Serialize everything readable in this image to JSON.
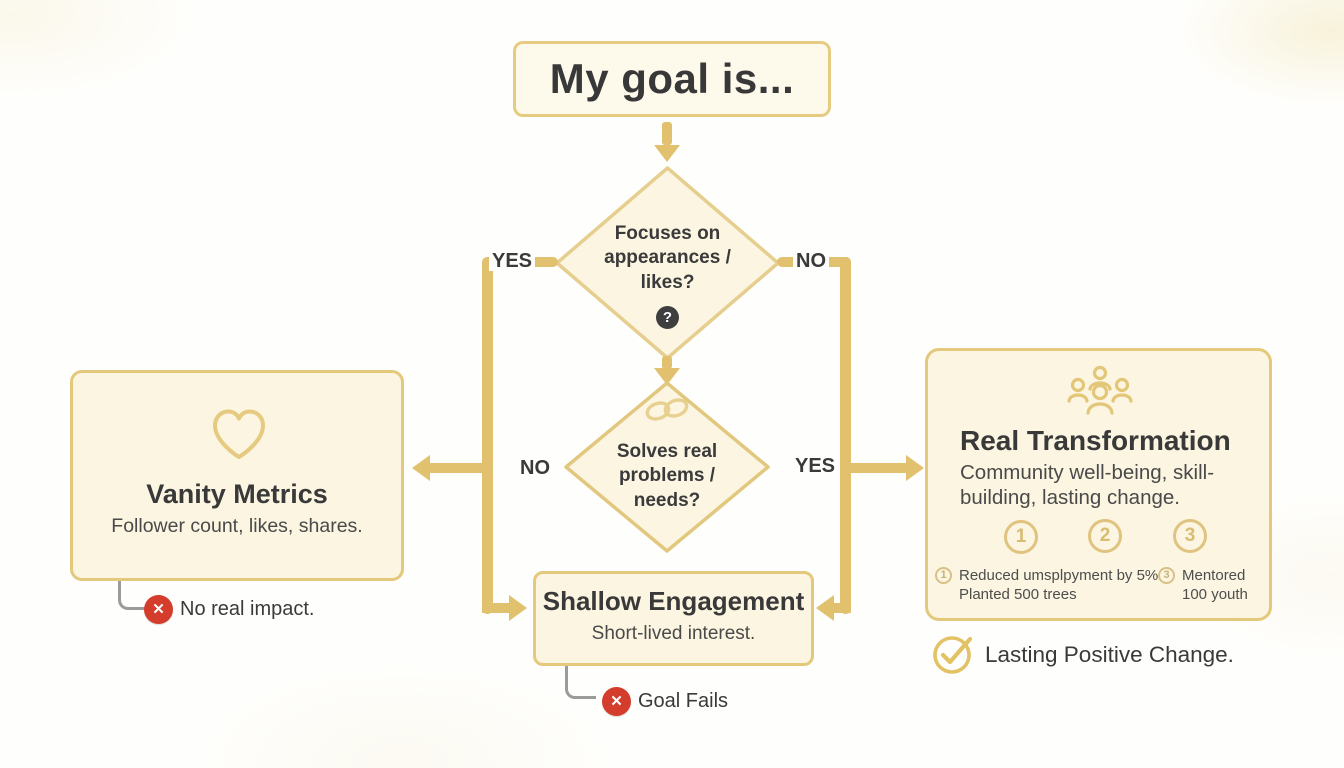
{
  "palette": {
    "gold_line": "#E1C16E",
    "gold_border": "#E4C87C",
    "cream_fill": "#FBF5E1",
    "text_dark": "#3A3A3A",
    "red": "#D43C2C",
    "connector_gray": "#9B9B9B"
  },
  "icons": {
    "question_glyph": "?",
    "x_glyph": "✕"
  },
  "start": {
    "label": "My goal is..."
  },
  "decision1": {
    "question": "Focuses on appearances / likes?",
    "yes": "YES",
    "no": "NO"
  },
  "decision2": {
    "question": "Solves real problems / needs?",
    "no": "NO",
    "yes": "YES"
  },
  "vanity": {
    "title": "Vanity Metrics",
    "subtitle": "Follower count, likes, shares.",
    "note": "No real impact."
  },
  "shallow": {
    "title": "Shallow Engagement",
    "subtitle": "Short-lived interest.",
    "note": "Goal Fails"
  },
  "transformation": {
    "title": "Real Transformation",
    "subtitle": "Community well-being, skill-building, lasting change.",
    "steps": [
      "1",
      "2",
      "3"
    ],
    "examples": [
      {
        "marker": "1",
        "line1": "Reduced umsplpyment by 5%",
        "line2": "Planted 500 trees"
      },
      {
        "marker": "3",
        "line1": "Mentored",
        "line2": "100 youth"
      }
    ],
    "note": "Lasting Positive Change."
  }
}
